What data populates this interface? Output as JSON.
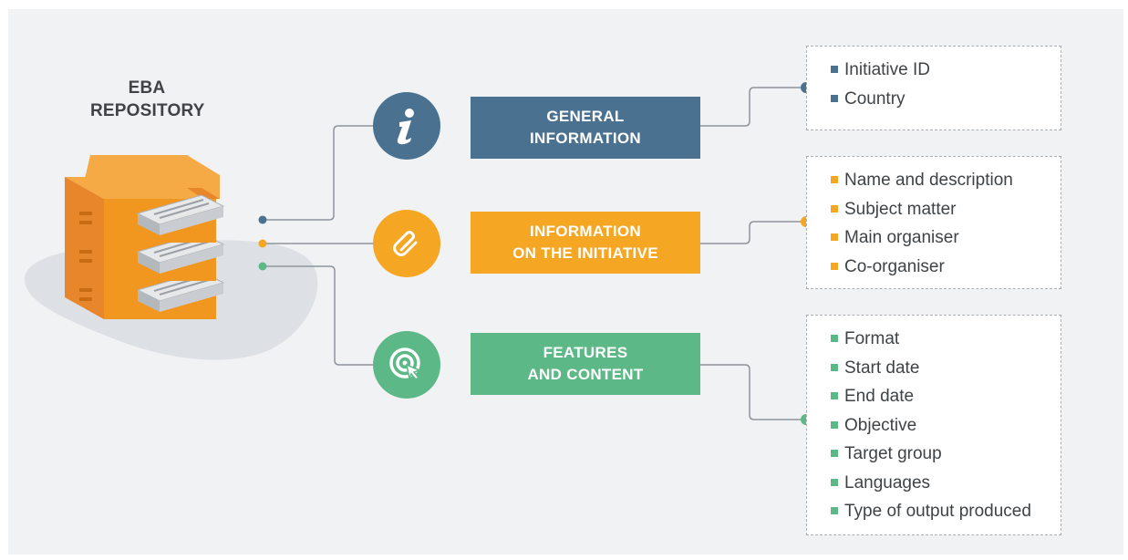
{
  "repository": {
    "title_line1": "EBA",
    "title_line2": "REPOSITORY",
    "icon": "layered-documents-icon"
  },
  "categories": [
    {
      "id": "general",
      "title_line1": "GENERAL",
      "title_line2": "INFORMATION",
      "icon": "info-icon",
      "color": "#4a7290",
      "fields": [
        "Initiative ID",
        "Country"
      ]
    },
    {
      "id": "initiative",
      "title_line1": "INFORMATION",
      "title_line2": "ON THE INITIATIVE",
      "icon": "paperclip-icon",
      "color": "#f5a623",
      "fields": [
        "Name and description",
        "Subject matter",
        "Main organiser",
        "Co-organiser"
      ]
    },
    {
      "id": "features",
      "title_line1": "FEATURES",
      "title_line2": "AND CONTENT",
      "icon": "target-cursor-icon",
      "color": "#5cb886",
      "fields": [
        "Format",
        "Start date",
        "End date",
        "Objective",
        "Target group",
        "Languages",
        "Type of output produced"
      ]
    }
  ],
  "colors": {
    "background": "#f1f2f3",
    "connector": "#8e959b",
    "text": "#3f4346",
    "stack_orange_top": "#f6aa45",
    "stack_orange_side": "#e9862a",
    "blob": "#dde1e5"
  }
}
